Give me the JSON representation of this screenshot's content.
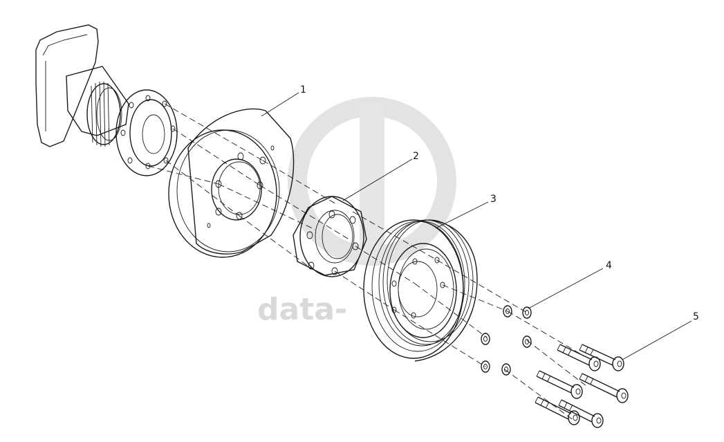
{
  "callouts": {
    "c1": "1",
    "c2": "2",
    "c3": "3",
    "c4": "4",
    "c5": "5"
  },
  "watermark": {
    "text": "data-"
  },
  "colors": {
    "line": "#1a1a1a",
    "watermark": "#d9d9d9",
    "background": "#ffffff"
  }
}
